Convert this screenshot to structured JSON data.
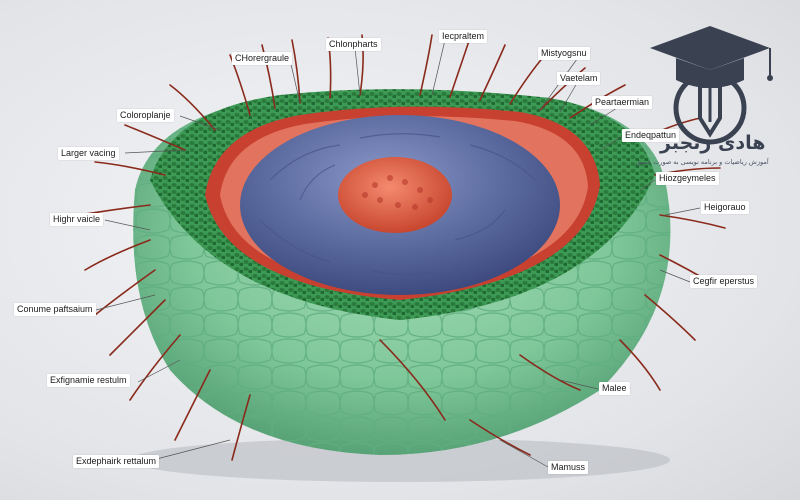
{
  "labels": [
    {
      "id": "chorergraule",
      "text": "CHorergraule"
    },
    {
      "id": "chlonpharts",
      "text": "Chlonpharts"
    },
    {
      "id": "iecpraltem",
      "text": "Iecpraltem"
    },
    {
      "id": "mistygasnu",
      "text": "Mistyogsnu"
    },
    {
      "id": "vaetelam",
      "text": "Vaetelam"
    },
    {
      "id": "peartaermian",
      "text": "Peartaermian"
    },
    {
      "id": "colorplanje",
      "text": "Coloroplanje"
    },
    {
      "id": "endeqpattun",
      "text": "Endeqpattun"
    },
    {
      "id": "larger-vacing",
      "text": "Larger vacing"
    },
    {
      "id": "hiozgeymeles",
      "text": "Hiozgeymeles"
    },
    {
      "id": "heigorauo",
      "text": "Heigorauo"
    },
    {
      "id": "highr-vaicle",
      "text": "Highr vaicle"
    },
    {
      "id": "cegfir-eperstus",
      "text": "Cegfir eperstus"
    },
    {
      "id": "conume-paftsaium",
      "text": "Conume paftsaium"
    },
    {
      "id": "exfignamie-restulm",
      "text": "Exfignamie restulm"
    },
    {
      "id": "malee",
      "text": "Malee"
    },
    {
      "id": "exdephaiic-rettalum",
      "text": "Exdephairk rettalum"
    },
    {
      "id": "mamuss",
      "text": "Mamuss"
    }
  ],
  "logo": {
    "name": "هادی رنجبر",
    "tagline": "آموزش ریاضیات و برنامه نویسی به صورت عمیق"
  },
  "colors": {
    "background": "#e4e6ea",
    "cell_wall": "#7fc89a",
    "cell_wall_dark": "#4e9a6e",
    "granules": "#2f8f45",
    "membrane": "#c8402f",
    "nucleus": "#5a6a9e",
    "nucleolus": "#e0634a",
    "cilia": "#8a2a1c",
    "logo": "#3a4252"
  }
}
